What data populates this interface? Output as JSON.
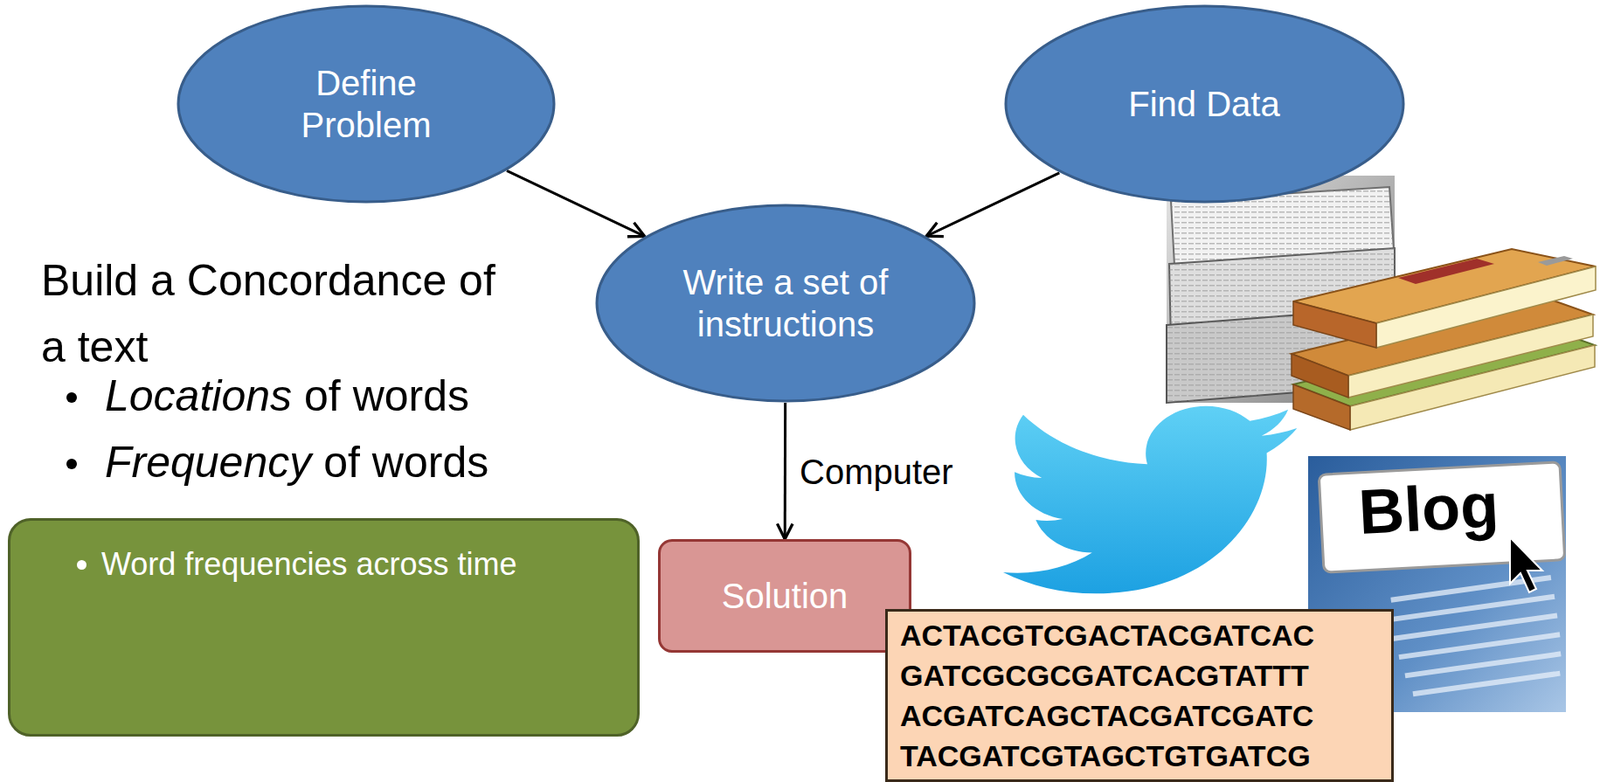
{
  "diagram": {
    "nodes": [
      {
        "text": [
          "Define Problem"
        ]
      },
      {
        "text": [
          "Find Data"
        ]
      },
      {
        "text": [
          "Write a set of instructions"
        ]
      },
      {
        "text": [
          "Solution"
        ]
      },
      {
        "text": [
          "Word frequencies across time"
        ]
      },
      {
        "text": [
          "ACTACGTCGACTACGATCAC",
          "GATCGCGCGATCACGTATTT",
          "ACGATCAGCTACGATCGATC",
          "TACGATCGTAGCTGTGATCG"
        ]
      }
    ],
    "edges": [
      {
        "from": 0,
        "to": 2,
        "arrow": "to"
      },
      {
        "from": 1,
        "to": 2,
        "arrow": "to"
      },
      {
        "from": 2,
        "to": 3,
        "label": "Computer",
        "arrow": "to"
      }
    ],
    "labels": [
      "Build a Concordance of a text",
      "Locations",
      "of words",
      "Frequency",
      "of words",
      "Blog"
    ]
  }
}
